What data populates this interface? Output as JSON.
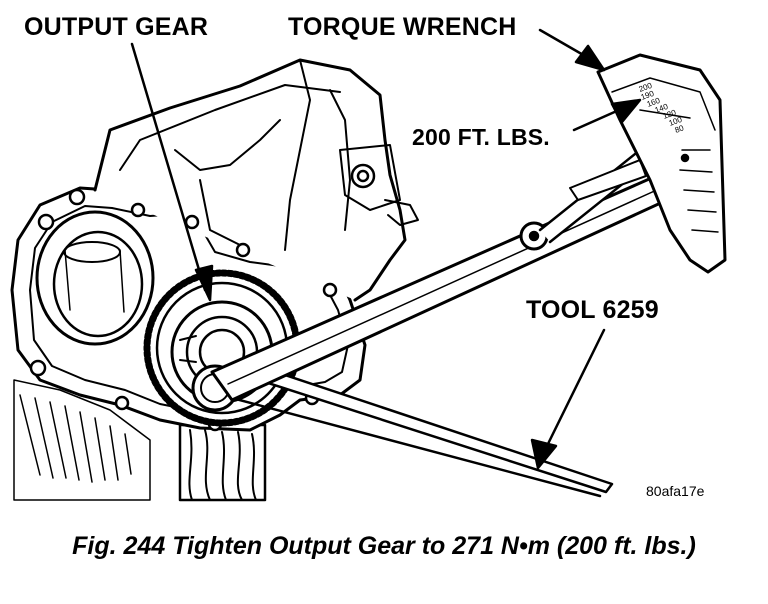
{
  "labels": {
    "output_gear": "OUTPUT GEAR",
    "torque_wrench": "TORQUE WRENCH",
    "torque_value": "200 FT. LBS.",
    "tool": "TOOL 6259"
  },
  "figure_code": "80afa17e",
  "caption": "Fig. 244 Tighten Output Gear to 271 N•m (200 ft. lbs.)",
  "scale_marks": [
    "200",
    "190",
    "160",
    "140",
    "120",
    "100",
    "80"
  ]
}
